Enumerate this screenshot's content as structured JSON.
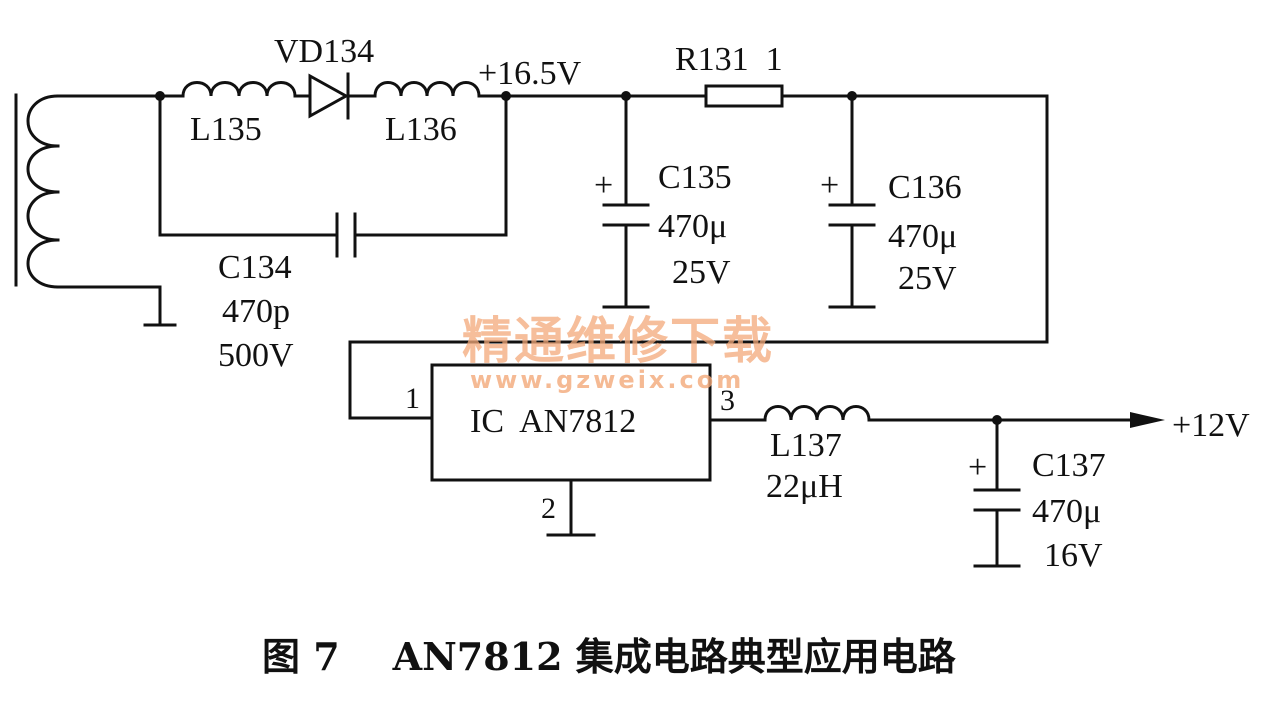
{
  "components": {
    "diode": "VD134",
    "l135": "L135",
    "l136": "L136",
    "rail_voltage": "+16.5V",
    "resistor": "R131  1",
    "c135": {
      "name": "C135",
      "value": "470μ",
      "voltage": "25V"
    },
    "c136": {
      "name": "C136",
      "value": "470μ",
      "voltage": "25V"
    },
    "c134": {
      "name": "C134",
      "value": "470p",
      "voltage": "500V"
    },
    "ic": "IC  AN7812",
    "pin1": "1",
    "pin2": "2",
    "pin3": "3",
    "l137": {
      "name": "L137",
      "value": "22μH"
    },
    "c137": {
      "name": "C137",
      "value": "470μ",
      "voltage": "16V"
    },
    "output_voltage": "+12V",
    "plus": "+"
  },
  "watermark": {
    "line1": "精通维修下载",
    "line2": "www.gzweix.com"
  },
  "caption": "图 7    AN7812 集成电路典型应用电路"
}
